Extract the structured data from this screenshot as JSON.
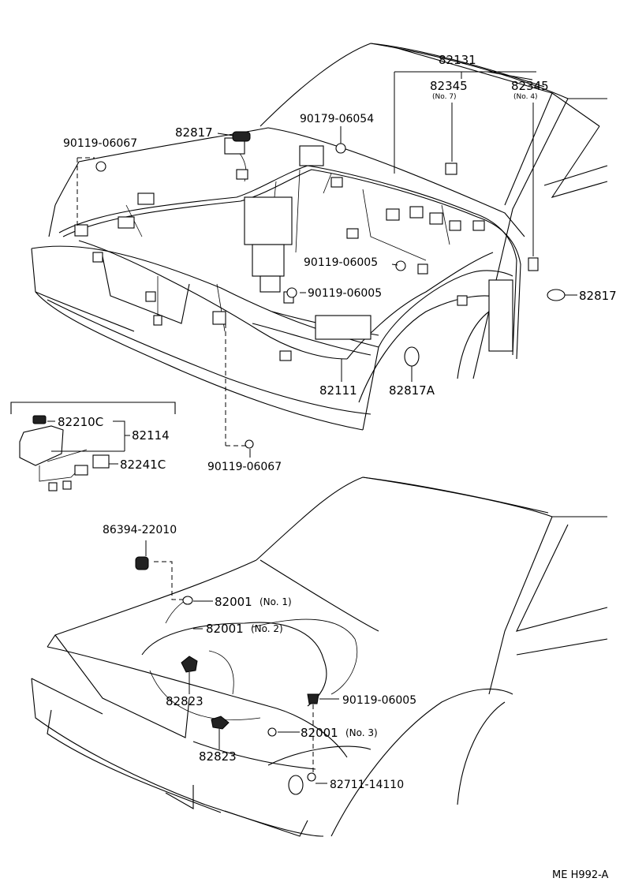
{
  "callouts": {
    "p82131": "82131",
    "p82345_a": "82345",
    "p82345_a_sub": "(No. 7)",
    "p82345_b": "82345",
    "p82345_b_sub": "(No. 4)",
    "p90179": "90179-06054",
    "p82817_top": "82817",
    "p90119_06067_top": "90119-06067",
    "p90119_06005_a": "90119-06005",
    "p90119_06005_b": "90119-06005",
    "p82817_right": "82817",
    "p82111": "82111",
    "p82817A": "82817A",
    "p82210C": "82210C",
    "p82114": "82114",
    "p82241C": "82241C",
    "p90119_06067_bot": "90119-06067",
    "p86394": "86394-22010",
    "p82001_1": "82001",
    "p82001_1_sub": "(No. 1)",
    "p82001_2": "82001",
    "p82001_2_sub": "(No. 2)",
    "p82823_a": "82823",
    "p90119_06005_c": "90119-06005",
    "p82001_3": "82001",
    "p82001_3_sub": "(No. 3)",
    "p82823_b": "82823",
    "p82711": "82711-14110"
  },
  "figure_code": "ME H992-A"
}
